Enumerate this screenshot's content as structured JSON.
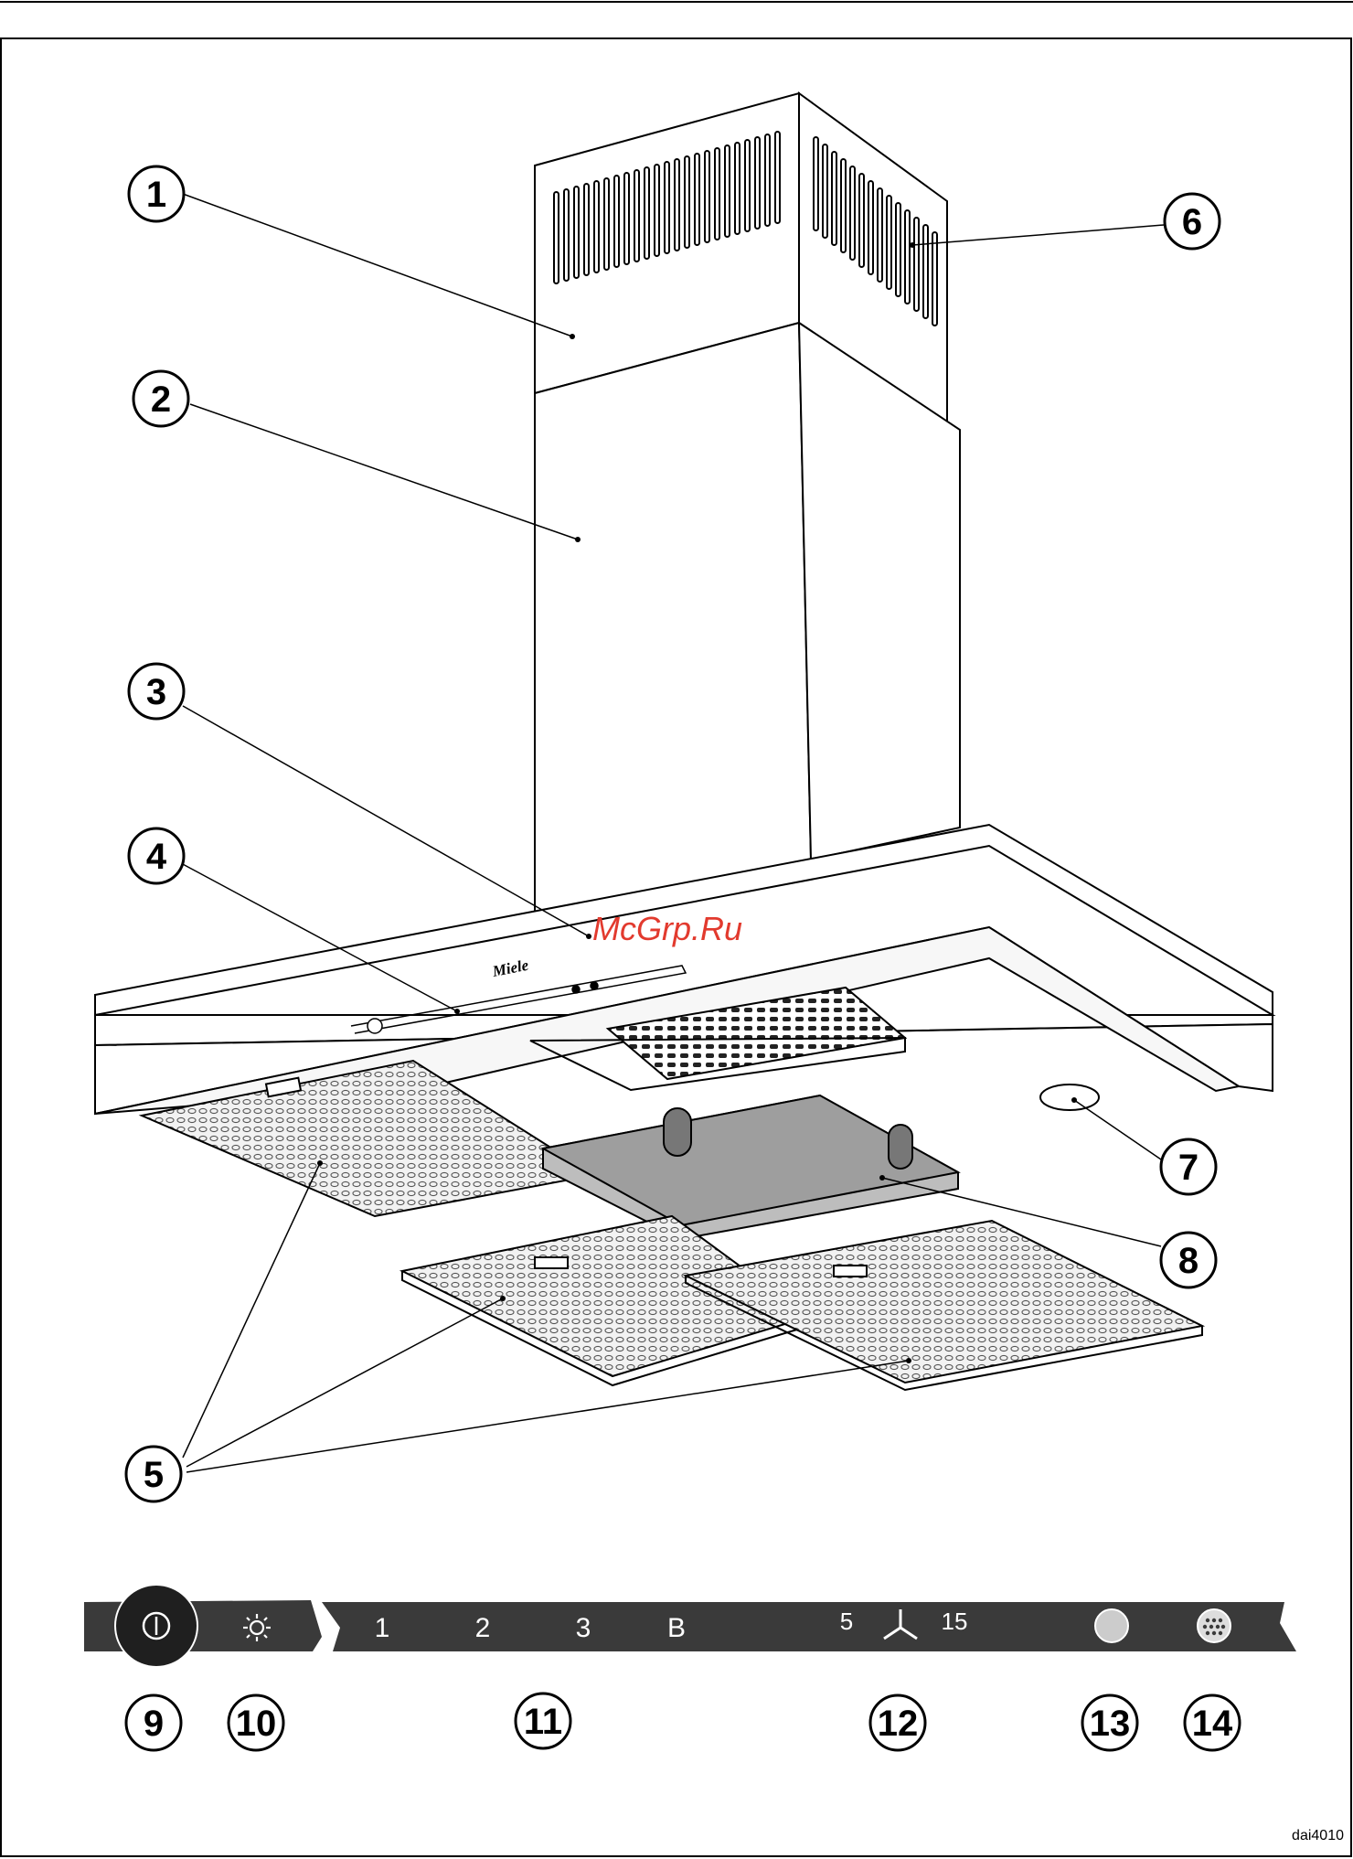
{
  "callouts": {
    "c1": "1",
    "c2": "2",
    "c3": "3",
    "c4": "4",
    "c5": "5",
    "c6": "6",
    "c7": "7",
    "c8": "8",
    "c9": "9",
    "c10": "10",
    "c11": "11",
    "c12": "12",
    "c13": "13",
    "c14": "14"
  },
  "hood": {
    "brand_label": "Miele"
  },
  "control_panel": {
    "power_icon": "power-icon",
    "light_icon": "light-sun-icon",
    "fan_levels": [
      "1",
      "2",
      "3",
      "B"
    ],
    "timer_left": "5",
    "timer_right": "15",
    "fan_icon": "fan-icon",
    "grease_filter_icon": "grease-filter-indicator-icon",
    "odour_filter_icon": "odour-filter-indicator-icon",
    "panel_color": "#3a3a3a"
  },
  "watermark": "McGrp.Ru",
  "figure_reference": "dai4010"
}
